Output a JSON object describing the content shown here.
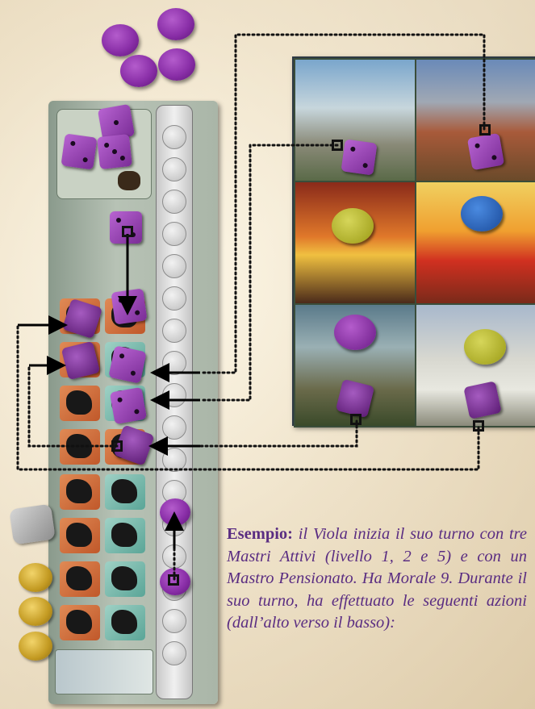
{
  "caption": {
    "label": "Esempio:",
    "text": "il Viola inizia il suo turno con tre Mastri Attivi (livello 1, 2 e 5) e con un Mastro Pensionato. Ha Morale 9. Durante il suo turno, ha effettuato le seguenti azioni (dall’alto verso il basso):"
  },
  "colors": {
    "purple": "#8a2fa8",
    "lime_token": "#b5b524",
    "blue_token": "#2a64b8",
    "caption_text": "#5a2d82"
  },
  "icons": [
    "purple-disk",
    "purple-die",
    "black-square-marker",
    "dotted-arrow",
    "gold-coin",
    "stone-block",
    "morale-track"
  ]
}
